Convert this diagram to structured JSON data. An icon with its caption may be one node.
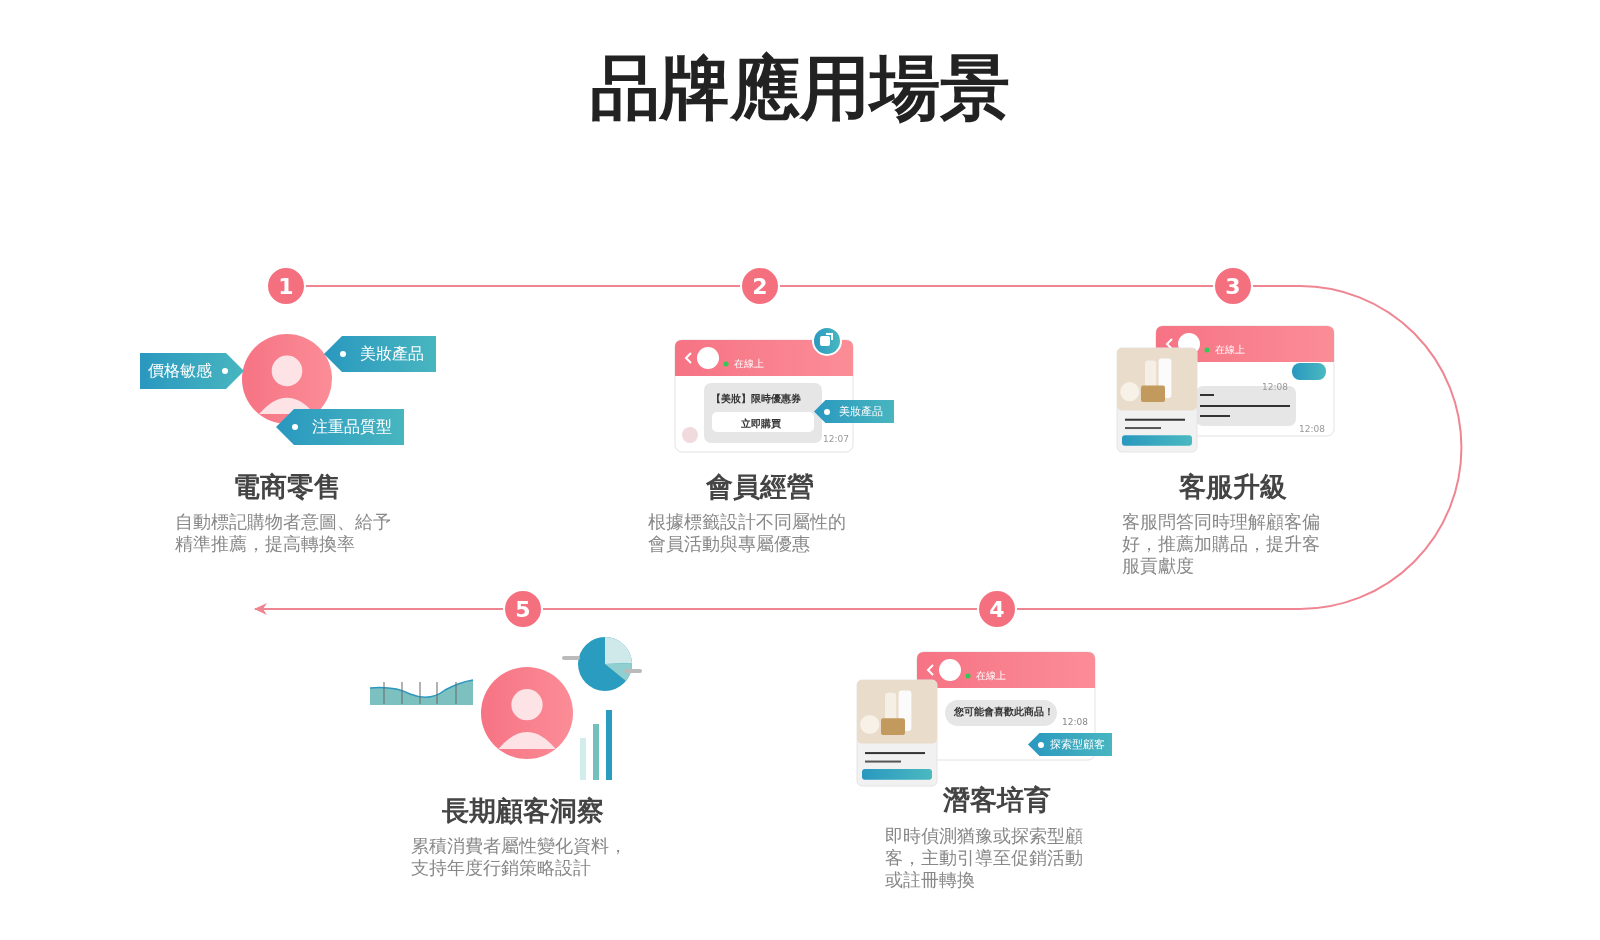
{
  "diagram": {
    "title": "品牌應用場景",
    "nodes": [
      {
        "text": [
          "1"
        ]
      },
      {
        "text": [
          "2"
        ]
      },
      {
        "text": [
          "3"
        ]
      },
      {
        "text": [
          "4"
        ]
      },
      {
        "text": [
          "5"
        ]
      },
      {
        "text": [
          "價格敏感"
        ]
      },
      {
        "text": [
          "美妝產品"
        ]
      },
      {
        "text": [
          "注重品質型"
        ]
      },
      {
        "text": [
          "美妝產品"
        ]
      },
      {
        "text": [
          "探索型顧客"
        ]
      }
    ],
    "edges": [
      {
        "from": 0,
        "to": 1,
        "arrow": "none"
      },
      {
        "from": 1,
        "to": 2,
        "arrow": "none"
      },
      {
        "from": 2,
        "to": 3,
        "arrow": "none"
      },
      {
        "from": 3,
        "to": 4,
        "arrow": "none"
      },
      {
        "from": 4,
        "to": null,
        "arrow": "to"
      }
    ],
    "labels": [
      "在線上",
      "【美妝】限時優惠券",
      "立即購買",
      "12:07",
      "在線上",
      "12:08",
      "12:08",
      "電商零售",
      "自動標記購物者意圖、給予精準推薦，提高轉換率",
      "會員經營",
      "根據標籤設計不同屬性的會員活動與專屬優惠",
      "客服升級",
      "客服問答同時理解顧客偏好，推薦加購品，提升客服貢獻度",
      "在線上",
      "您可能會喜歡此商品！",
      "12:08",
      "長期顧客洞察",
      "累積消費者屬性變化資料，支持年度行銷策略設計",
      "潛客培育",
      "即時偵測猶豫或探索型顧客，主動引導至促銷活動或註冊轉換"
    ]
  }
}
